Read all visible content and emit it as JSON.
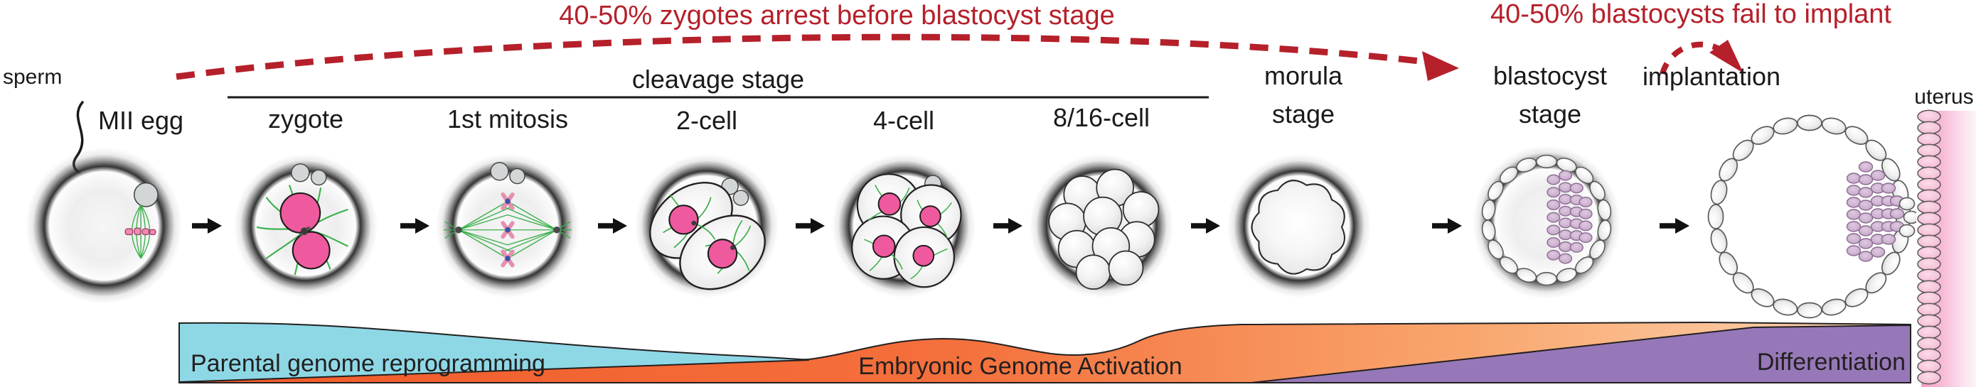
{
  "annotations": {
    "arrest_text": "40-50% zygotes arrest before blastocyst stage",
    "implant_fail_text": "40-50% blastocysts fail to implant"
  },
  "stages": {
    "sperm": "sperm",
    "mii_egg": "MII egg",
    "cleavage_bracket": "cleavage stage",
    "zygote": "zygote",
    "first_mitosis": "1st mitosis",
    "two_cell": "2-cell",
    "four_cell": "4-cell",
    "eight_sixteen_cell": "8/16-cell",
    "morula": {
      "line1": "morula",
      "line2": "stage"
    },
    "blastocyst": {
      "line1": "blastocyst",
      "line2": "stage"
    },
    "implantation": "implantation",
    "uterus": "uterus"
  },
  "bars": {
    "parental": {
      "label": "Parental genome reprogramming",
      "color": "#8ed8e6"
    },
    "ega": {
      "label": "Embryonic Genome Activation",
      "color_start": "#f15a29",
      "color_end": "#fcd9b8"
    },
    "differentiation": {
      "label": "Differentiation",
      "color": "#9678b8"
    }
  },
  "colors": {
    "annotation_red": "#b5202a",
    "nucleus_pink": "#ee5a9d",
    "microtubule_green": "#3bb04a",
    "icm_purple": "#c9abce",
    "uterus_pink": "#f6c3da"
  }
}
